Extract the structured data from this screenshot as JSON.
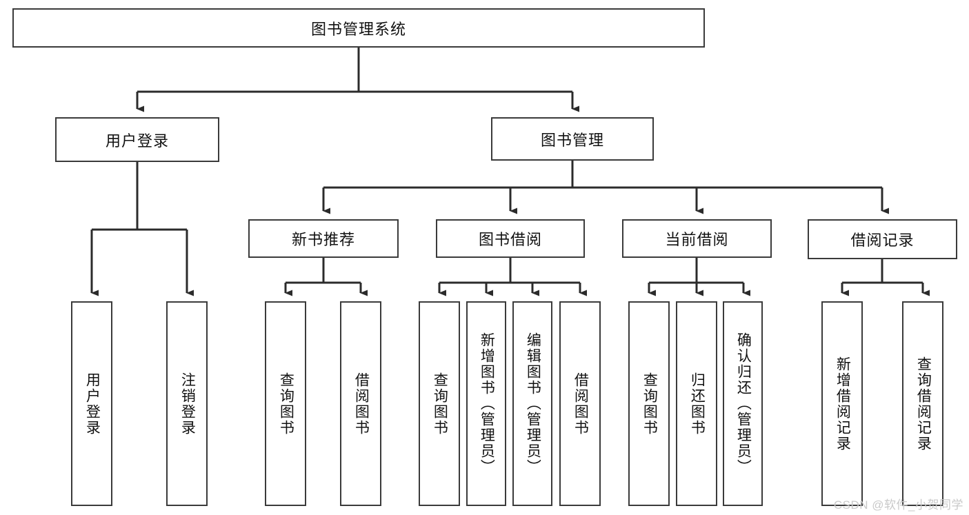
{
  "diagram": {
    "type": "hierarchy-tree",
    "title": "图书管理系统",
    "watermark": "CSDN @软件_小贺同学",
    "colors": {
      "border": "#3a3a3a",
      "background": "#ffffff",
      "text": "#111111",
      "watermark": "#c9c9c9"
    },
    "levels": {
      "root": {
        "label": "图书管理系统"
      },
      "level2": [
        {
          "label": "用户登录"
        },
        {
          "label": "图书管理"
        }
      ],
      "level3": [
        {
          "label": "新书推荐"
        },
        {
          "label": "图书借阅"
        },
        {
          "label": "当前借阅"
        },
        {
          "label": "借阅记录"
        }
      ],
      "leaves": [
        {
          "label": "用户登录",
          "parent": "用户登录"
        },
        {
          "label": "注销登录",
          "parent": "用户登录"
        },
        {
          "label": "查询图书",
          "parent": "新书推荐"
        },
        {
          "label": "借阅图书",
          "parent": "新书推荐"
        },
        {
          "label": "查询图书",
          "parent": "图书借阅"
        },
        {
          "label": "新增图书（管理员）",
          "parent": "图书借阅"
        },
        {
          "label": "编辑图书（管理员）",
          "parent": "图书借阅"
        },
        {
          "label": "借阅图书",
          "parent": "图书借阅"
        },
        {
          "label": "查询图书",
          "parent": "当前借阅"
        },
        {
          "label": "归还图书",
          "parent": "当前借阅"
        },
        {
          "label": "确认归还（管理员）",
          "parent": "当前借阅"
        },
        {
          "label": "新增借阅记录",
          "parent": "借阅记录"
        },
        {
          "label": "查询借阅记录",
          "parent": "借阅记录"
        }
      ]
    }
  }
}
